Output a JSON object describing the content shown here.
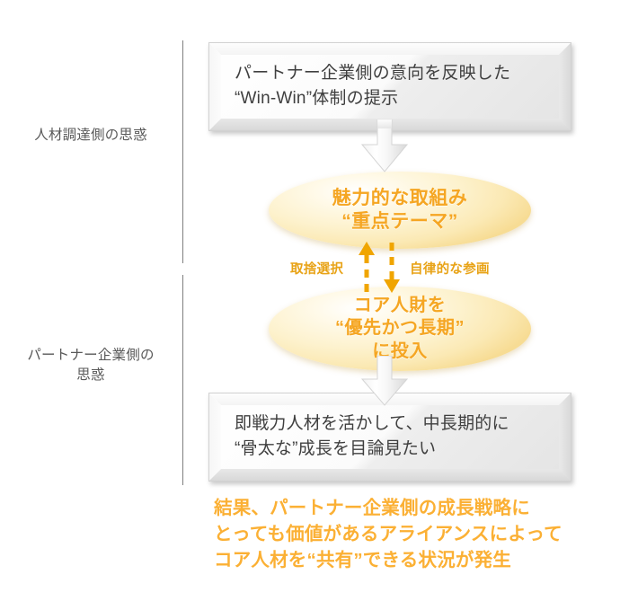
{
  "diagram": {
    "side_labels": {
      "procurement": "人材調達側の思惑",
      "partner": "パートナー企業側の\n思惑"
    },
    "boxes": {
      "top": "パートナー企業側の意向を反映した\n“Win-Win”体制の提示",
      "bottom": "即戦力人材を活かして、中長期的に\n“骨太な”成長を目論見たい"
    },
    "ellipses": {
      "theme": "魅力的な取組み\n“重点テーマ”",
      "core": "コア人財を\n“優先かつ長期”\nに投入"
    },
    "arrow_captions": {
      "left": "取捨選択",
      "right": "自律的な参画"
    },
    "conclusion": "結果、パートナー企業側の成長戦略に\nとっても価値があるアライアンスによって\nコア人材を“共有”できる状況が発生",
    "colors": {
      "ellipse_text": "#F5A623",
      "caption_text": "#E8A317",
      "conclusion_text": "#FBB034",
      "box_text": "#3F3F3F",
      "side_label_text": "#595959",
      "divider": "#7F7F7F",
      "ellipse_fill": "#FDF2CE"
    }
  }
}
